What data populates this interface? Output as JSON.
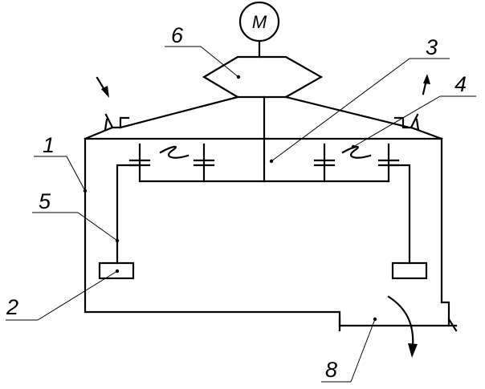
{
  "motor": {
    "label": "M"
  },
  "callouts": [
    {
      "id": "1",
      "text": "1"
    },
    {
      "id": "2",
      "text": "2"
    },
    {
      "id": "3",
      "text": "3"
    },
    {
      "id": "4",
      "text": "4"
    },
    {
      "id": "5",
      "text": "5"
    },
    {
      "id": "6",
      "text": "6"
    },
    {
      "id": "8",
      "text": "8"
    }
  ]
}
